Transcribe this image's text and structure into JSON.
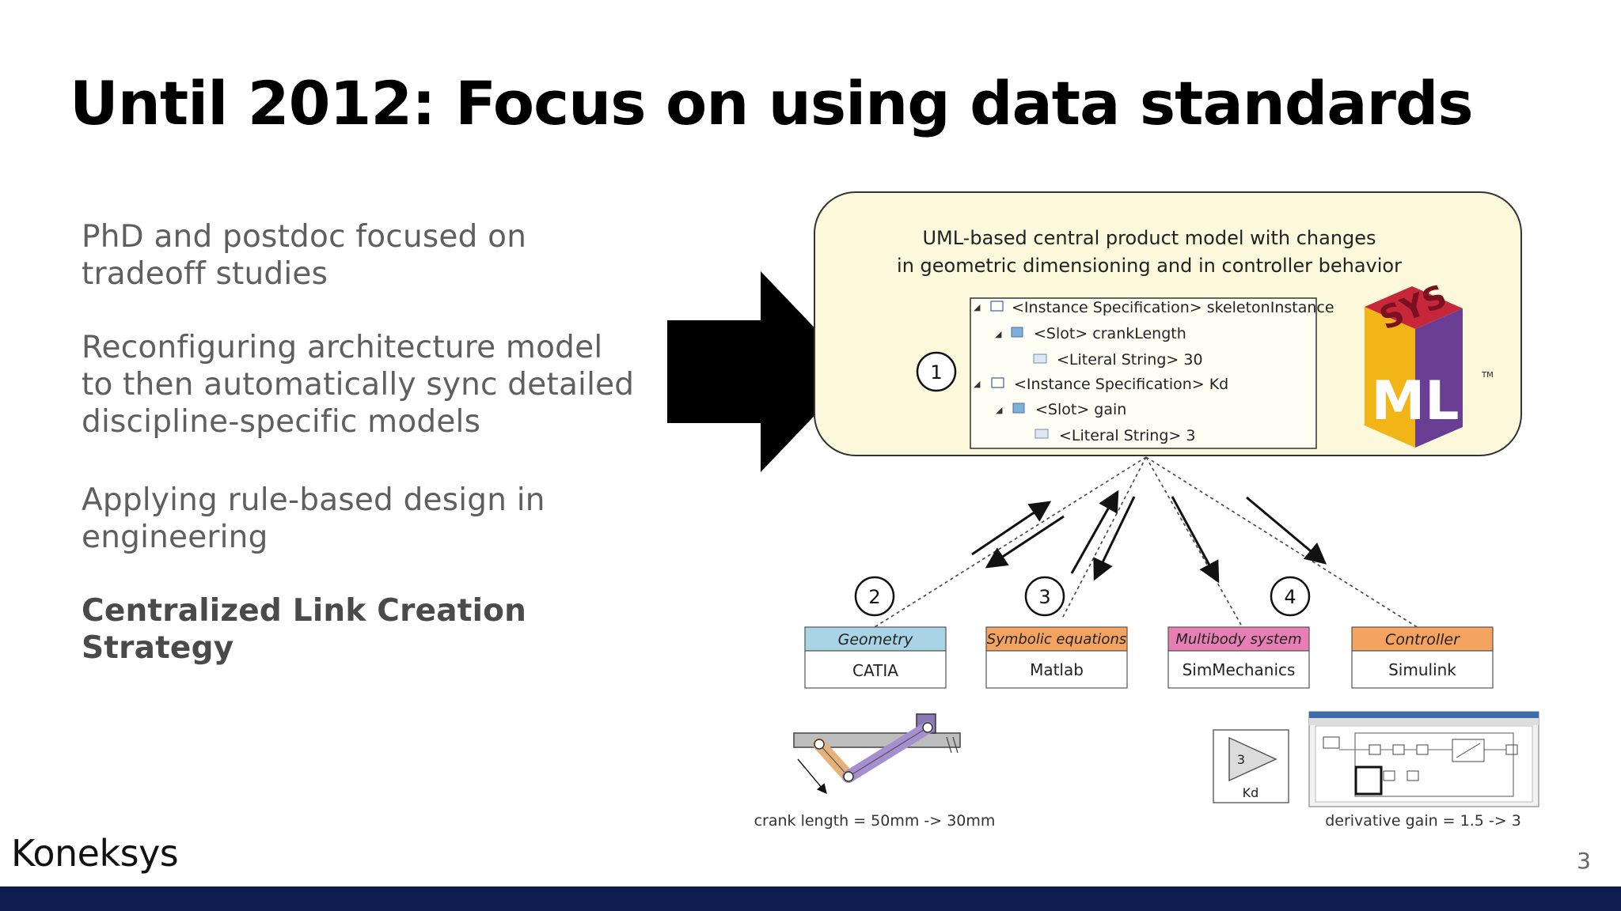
{
  "slide": {
    "title": "Until 2012: Focus on using data standards",
    "bullets": [
      "PhD and postdoc focused on tradeoff studies",
      "Reconfiguring architecture model to then automatically sync detailed discipline-specific models",
      "Applying rule-based design in engineering",
      "Centralized Link Creation Strategy"
    ],
    "logo": "Koneksys",
    "page_number": "3"
  },
  "figure": {
    "heading_line1": "UML-based central product model with changes",
    "heading_line2": "in geometric dimensioning and in controller behavior",
    "tree": [
      "<Instance Specification> skeletonInstance",
      "<Slot> crankLength",
      "<Literal String> 30",
      "<Instance Specification> Kd",
      "<Slot> gain",
      "<Literal String> 3"
    ],
    "step_numbers": [
      "1",
      "2",
      "3",
      "4"
    ],
    "tools": [
      {
        "category": "Geometry",
        "name": "CATIA",
        "color": "#a8d4e6"
      },
      {
        "category": "Symbolic equations",
        "name": "Matlab",
        "color": "#f4a460"
      },
      {
        "category": "Multibody system",
        "name": "SimMechanics",
        "color": "#e77fb5"
      },
      {
        "category": "Controller",
        "name": "Simulink",
        "color": "#f4a460"
      }
    ],
    "sysml_logo_text": "SYS",
    "sysml_logo_ml": "ML",
    "trademark": "TM",
    "block_value": "3",
    "block_label": "Kd",
    "caption_left": "crank length = 50mm -> 30mm",
    "caption_right": "derivative gain = 1.5 -> 3",
    "colors": {
      "model_box_bg": "#fbf8dc",
      "sysml_red": "#c6283a",
      "sysml_yellow": "#f2b517",
      "sysml_purple": "#6a3f93",
      "footer_bar": "#0f1c4f"
    }
  }
}
